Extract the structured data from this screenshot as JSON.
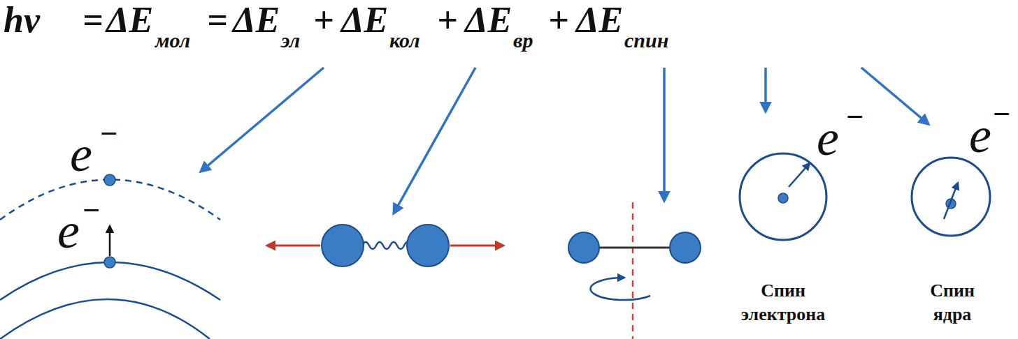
{
  "diagram": {
    "labels": [
      "hν",
      "=",
      "ΔE",
      "мол",
      "=",
      "ΔE",
      "эл",
      "+",
      "ΔE",
      "кол",
      "+",
      "ΔE",
      "вр",
      "+",
      "ΔE",
      "спин",
      "e",
      "−",
      "e",
      "−",
      "e",
      "−",
      "e",
      "−",
      "Спин электрона",
      "Спин ядра"
    ]
  }
}
